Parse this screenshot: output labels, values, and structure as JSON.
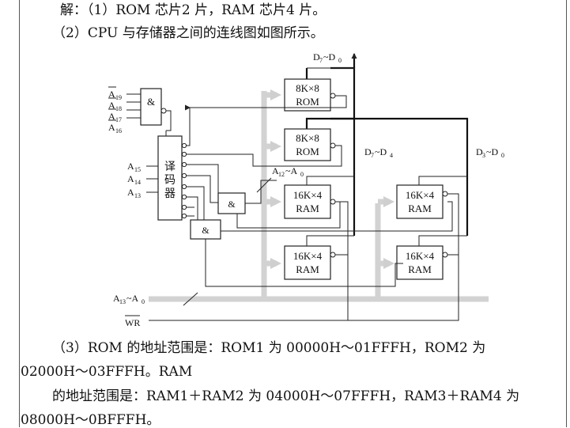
{
  "document": {
    "line1": "解：（1）ROM 芯片2 片，RAM 芯片4 片。",
    "line2": "（2）CPU 与存储器之间的连线图如图所示。",
    "line3": "（3）ROM 的地址范围是：ROM1 为 00000H～01FFFH，ROM2 为",
    "line4": "02000H～03FFFH。RAM",
    "line5": "的地址范围是：RAM1＋RAM2 为 04000H～07FFFH，RAM3＋RAM4 为",
    "line6": "08000H～0BFFFH。"
  },
  "diagram": {
    "nand_inputs": [
      "A",
      "A",
      "A",
      "A"
    ],
    "nand_input_subs": [
      "19",
      "18",
      "17",
      "16"
    ],
    "and_symbol": "&",
    "decoder_chars": [
      "译",
      "码",
      "器"
    ],
    "decoder_inputs": [
      "A",
      "A",
      "A"
    ],
    "decoder_input_subs": [
      "15",
      "14",
      "13"
    ],
    "chips": [
      {
        "line1": "8K×8",
        "line2": "ROM"
      },
      {
        "line1": "8K×8",
        "line2": "ROM"
      },
      {
        "line1": "16K×4",
        "line2": "RAM"
      },
      {
        "line1": "16K×4",
        "line2": "RAM"
      },
      {
        "line1": "16K×4",
        "line2": "RAM"
      },
      {
        "line1": "16K×4",
        "line2": "RAM"
      }
    ],
    "bus_top": {
      "a": "D",
      "s1": "7",
      "mid": "~D",
      "s2": "0"
    },
    "bus_d7_d4": {
      "a": "D",
      "s1": "7",
      "mid": "~D",
      "s2": "4"
    },
    "bus_d3_d0": {
      "a": "D",
      "s1": "3",
      "mid": "~D",
      "s2": "0"
    },
    "addr_mid": {
      "a": "A",
      "s1": "12",
      "mid": "~A",
      "s2": "0"
    },
    "addr_bottom": {
      "a": "A",
      "s1": "13",
      "mid": "~A",
      "s2": "0"
    },
    "wr_label": "WR"
  }
}
